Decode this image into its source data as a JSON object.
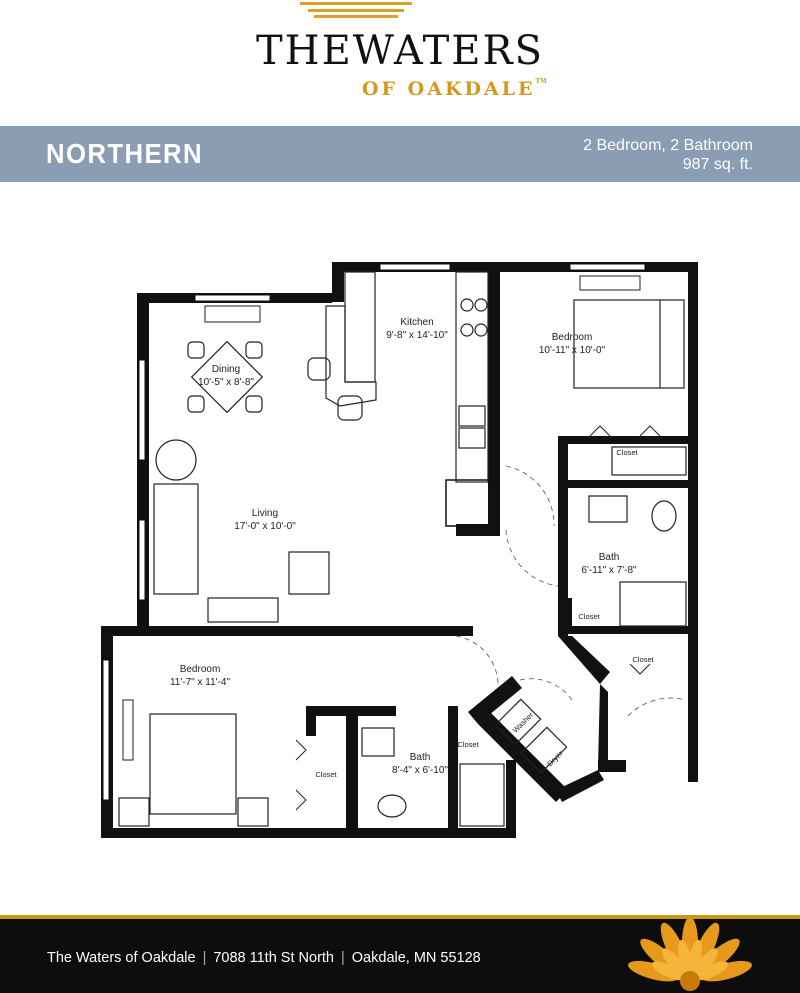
{
  "brand": {
    "title": "THEWATERS",
    "subtitle": "OF OAKDALE",
    "trademark": "TM",
    "accent_color": "#d19a1e"
  },
  "header": {
    "plan_name": "NORTHERN",
    "bedrooms_baths": "2 Bedroom, 2 Bathroom",
    "area": "987 sq. ft.",
    "band_color": "#8a9db2"
  },
  "floorplan": {
    "kitchen": {
      "name": "Kitchen",
      "size": "9'-8\" x 14'-10\""
    },
    "dining": {
      "name": "Dining",
      "size": "10'-5\" x 8'-8\""
    },
    "living": {
      "name": "Living",
      "size": "17'-0\" x 10'-0\""
    },
    "bedroom_right": {
      "name": "Bedroom",
      "size": "10'-11\" x 10'-0\""
    },
    "bath_right": {
      "name": "Bath",
      "size": "6'-11\" x 7'-8\""
    },
    "bedroom_left": {
      "name": "Bedroom",
      "size": "11'-7\" x 11'-4\""
    },
    "bath_left": {
      "name": "Bath",
      "size": "8'-4\" x 6'-10\""
    },
    "closet_label": "Closet",
    "washer": "Washer",
    "dryer": "Dryer"
  },
  "footer": {
    "property": "The Waters of Oakdale",
    "street": "7088 11th St North",
    "city": "Oakdale, MN 55128",
    "separator": "|"
  }
}
